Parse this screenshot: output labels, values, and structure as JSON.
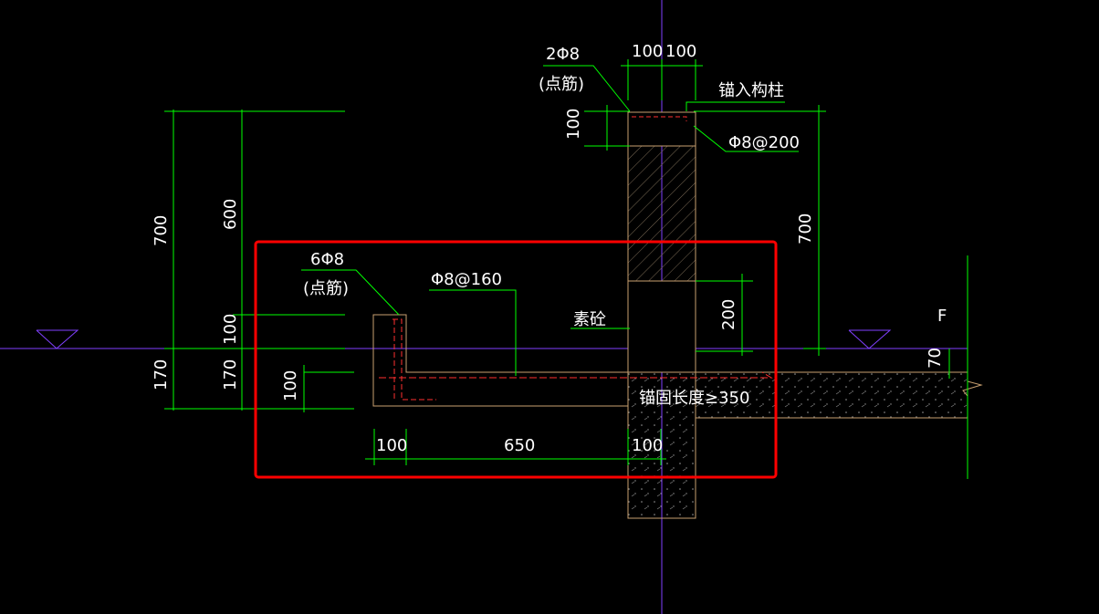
{
  "colors": {
    "background": "#000000",
    "dimension": "#00ff00",
    "text": "#ffffff",
    "outline": "#c8a070",
    "rebar": "#ff3030",
    "highlight": "#ff0000",
    "axis": "#8040ff"
  },
  "labels": {
    "top_rebar_count": "2Φ8",
    "top_rebar_note": "(点筋)",
    "left_rebar_count": "6Φ8",
    "left_rebar_note": "(点筋)",
    "stirrup_top": "Φ8@200",
    "stirrup_main": "Φ8@160",
    "anchor_column": "锚入构柱",
    "plain_concrete": "素砼",
    "anchor_length": "锚固长度≥350",
    "grid_f": "F"
  },
  "dimensions": {
    "top_left_width": "100",
    "top_right_width": "100",
    "cap_height": "100",
    "outer_height_left": "700",
    "inner_height_left": "600",
    "inner_mid_left": "100",
    "outer_lower_left": "170",
    "inner_lower_left": "170",
    "footing_thickness": "100",
    "bottom_left": "100",
    "bottom_mid": "650",
    "bottom_right": "100",
    "right_height": "700",
    "right_inner": "200",
    "right_slab": "70"
  }
}
